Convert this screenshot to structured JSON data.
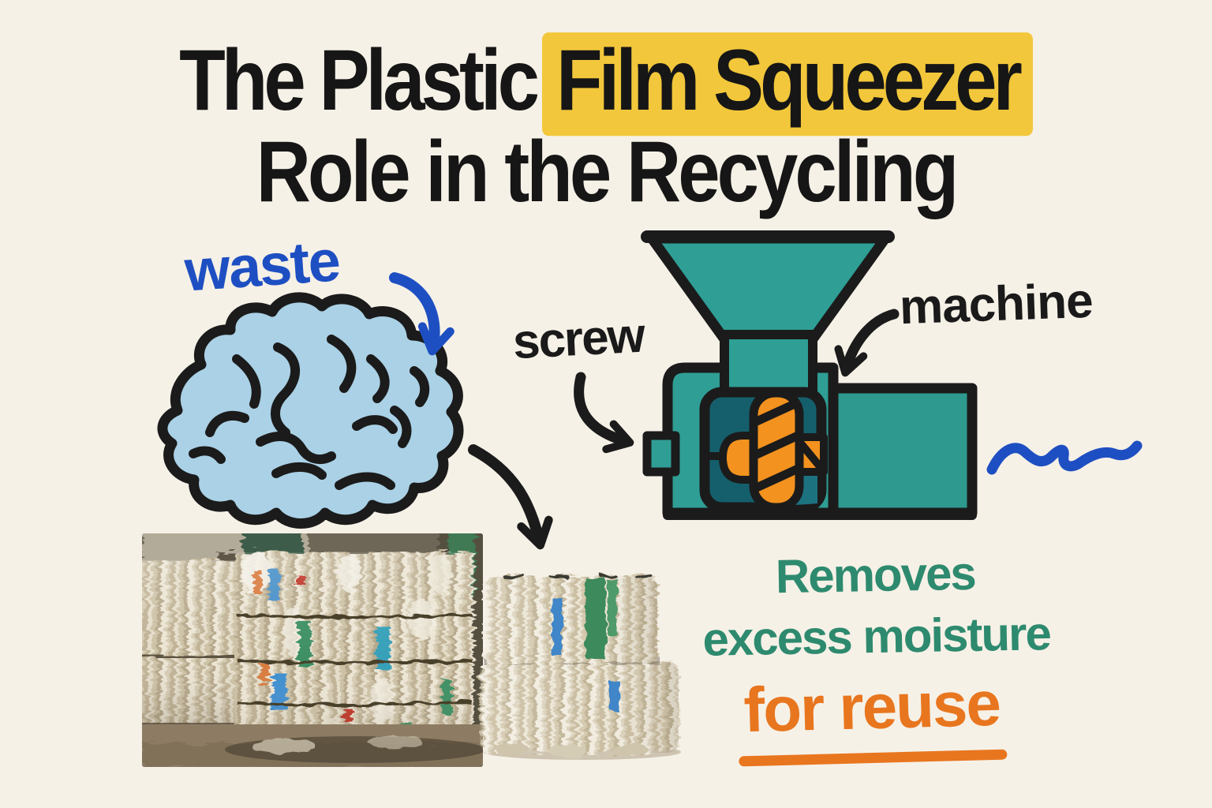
{
  "title": {
    "line1_prefix": "The Plastic",
    "line1_highlight": "Film Squeezer",
    "line2": "Role in the Recycling"
  },
  "labels": {
    "waste": "waste",
    "screw": "screw",
    "machine": "machine"
  },
  "captions": {
    "benefit_line1": "Removes",
    "benefit_line2": "excess moisture",
    "purpose": "for reuse"
  },
  "colors": {
    "background": "#f6f1e7",
    "outline_black": "#1b1b1b",
    "accent_blue": "#1e4fc2",
    "yellow_highlight": "#f2c73b",
    "blob_blue": "#aad1e6",
    "teal_body": "#2f9e95",
    "teal_block": "#2e998e",
    "teal_window": "#155f6c",
    "orange_screw": "#f3921e",
    "green_text": "#2e8a6e",
    "orange_text": "#e8761f"
  },
  "illustrations": {
    "waste_blob": "crumpled-plastic-film",
    "machine": "film-squeezer-machine",
    "bale_photo": "plastic-film-bales-photo",
    "bale_cutout": "pressed-film-bale-cutout",
    "squiggle": "blue-scribble"
  }
}
